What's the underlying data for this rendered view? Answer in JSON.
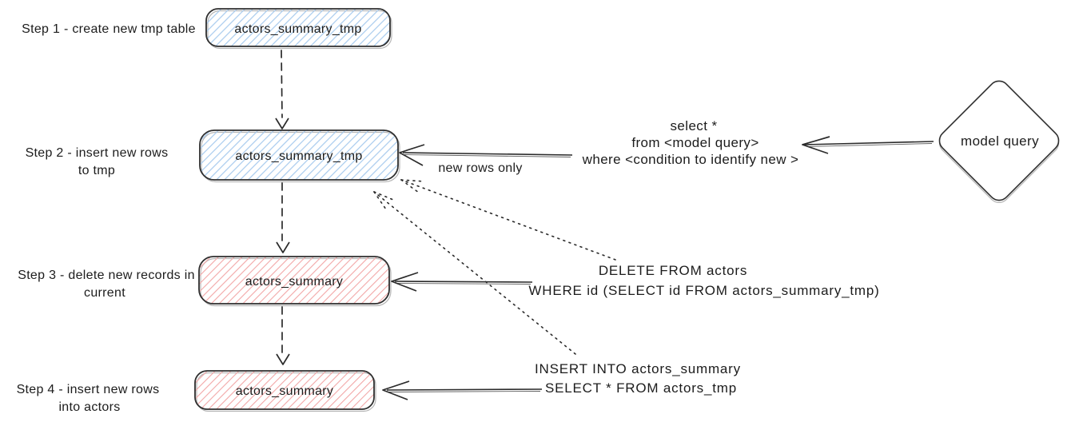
{
  "diagram": {
    "steps": [
      {
        "label": [
          "Step 1 - create new tmp table"
        ],
        "node_label": "actors_summary_tmp",
        "node_color": "blue"
      },
      {
        "label": [
          "Step 2 - insert new rows",
          "to tmp"
        ],
        "node_label": "actors_summary_tmp",
        "node_color": "blue"
      },
      {
        "label": [
          "Step 3 - delete new records in",
          "current"
        ],
        "node_label": "actors_summary",
        "node_color": "red"
      },
      {
        "label": [
          "Step 4 - insert new rows",
          "into actors"
        ],
        "node_label": "actors_summary",
        "node_color": "red"
      }
    ],
    "model_query": {
      "label": "model query"
    },
    "annotations": {
      "new_rows_only": "new rows only",
      "select_query": [
        "select *",
        "from <model query>",
        "where <condition to identify new >"
      ],
      "delete_sql": [
        "DELETE FROM actors",
        "WHERE id (SELECT id FROM actors_summary_tmp)"
      ],
      "insert_sql": [
        "INSERT INTO actors_summary",
        "SELECT * FROM actors_tmp"
      ]
    },
    "colors": {
      "blue_hatch": "#a8cbee",
      "red_hatch": "#f2a7a7",
      "ink": "#1e1e1e",
      "border": "#2f2f2f"
    }
  }
}
